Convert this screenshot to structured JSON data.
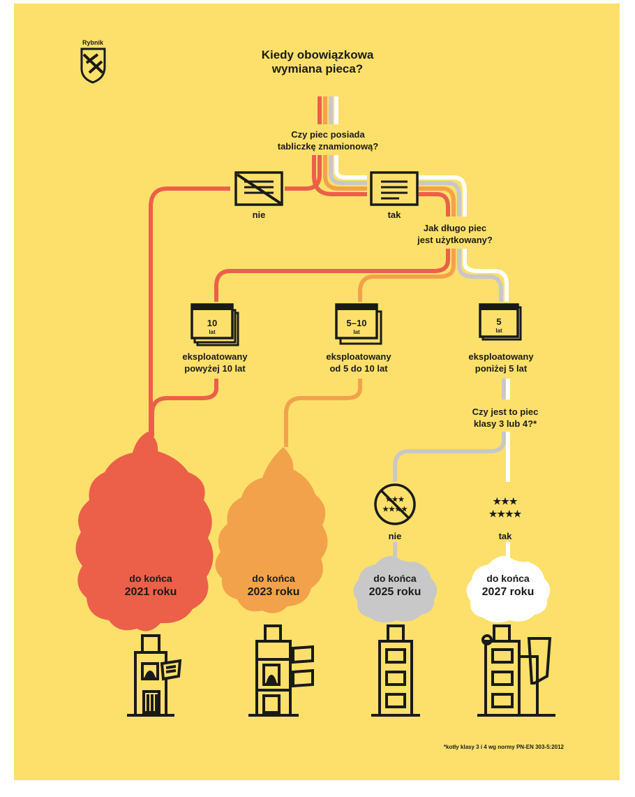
{
  "logo": {
    "label": "Rybnik"
  },
  "title": {
    "line1": "Kiedy obowiązkowa",
    "line2": "wymiana pieca?"
  },
  "q1": {
    "line1": "Czy piec posiada",
    "line2": "tabliczkę znamionową?"
  },
  "answers": {
    "no": "nie",
    "yes": "tak"
  },
  "q2": {
    "line1": "Jak długo piec",
    "line2": "jest użytkowany?"
  },
  "age_boxes": [
    {
      "label": "10",
      "sub": "lat"
    },
    {
      "label": "5–10",
      "sub": "lat"
    },
    {
      "label": "5",
      "sub": "lat"
    }
  ],
  "age_labels": [
    {
      "line1": "eksploatowany",
      "line2": "powyżej 10 lat"
    },
    {
      "line1": "eksploatowany",
      "line2": "od 5 do 10 lat"
    },
    {
      "line1": "eksploatowany",
      "line2": "poniżej 5 lat"
    }
  ],
  "q3": {
    "line1": "Czy jest to piec",
    "line2": "klasy 3 lub 4?*"
  },
  "class": {
    "row1": "★★★",
    "row2": "★★★★",
    "no": "nie",
    "yes": "tak"
  },
  "deadlines": [
    {
      "line1": "do końca",
      "line2": "2021 roku"
    },
    {
      "line1": "do końca",
      "line2": "2023 roku"
    },
    {
      "line1": "do końca",
      "line2": "2025 roku"
    },
    {
      "line1": "do końca",
      "line2": "2027 roku"
    }
  ],
  "footnote": "*kotły klasy 3 i 4 wg normy PN-EN 303-5:2012",
  "colors": {
    "bg": "#fde06b",
    "red": "#ec604a",
    "orange": "#f2a24a",
    "grey": "#c8c8c8",
    "white": "#ffffff",
    "ink": "#1a1a1a"
  }
}
